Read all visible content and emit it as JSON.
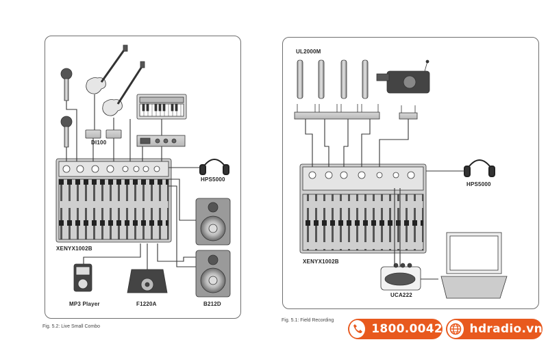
{
  "left_diagram": {
    "caption": "Fig. 5.2: Live Small Combo",
    "labels": {
      "di_box": "DI100",
      "headphones": "HPS5000",
      "mixer": "XENYX1002B",
      "mp3": "MP3 Player",
      "amp": "F1220A",
      "speaker": "B212D"
    }
  },
  "right_diagram": {
    "caption": "Fig. 5.1: Field Recording",
    "labels": {
      "mics": "UL2000M",
      "headphones": "HPS5000",
      "mixer": "XENYX1002B",
      "interface": "UCA222"
    }
  },
  "contact": {
    "phone": "1800.0042",
    "website": "hdradio.vn",
    "colors": {
      "accent": "#e8591e"
    },
    "icons": [
      "phone-icon",
      "globe-icon"
    ]
  }
}
